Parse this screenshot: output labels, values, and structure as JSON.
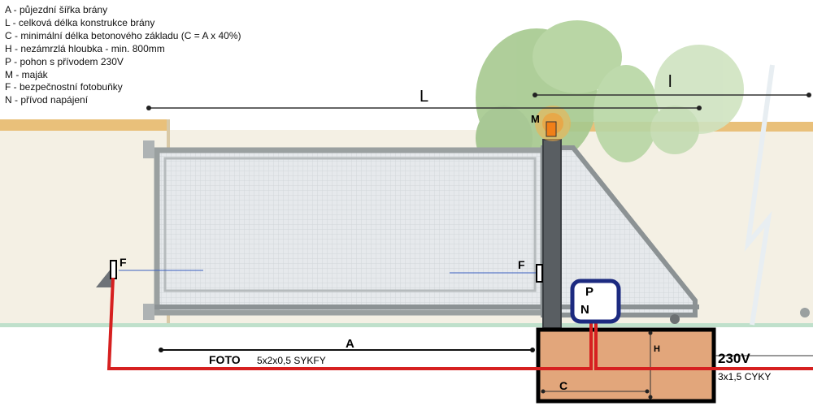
{
  "legend": [
    "A - půjezdní šířka brány",
    "L - celková  délka konstrukce brány",
    "C - minimální délka betonového základu (C = A x 40%)",
    "H - nezámrzlá hloubka - min. 800mm",
    "P - pohon s přívodem 230V",
    "M - maják",
    "F - bezpečnostní fotobuňky",
    " N - přívod napájení"
  ],
  "labels": {
    "L_main": "L",
    "L_right": "l",
    "M": "M",
    "F_left": "F",
    "F_right": "F",
    "P": "P",
    "N": "N",
    "A": "A",
    "H": "H",
    "C": "C",
    "foto": "FOTO",
    "foto_cable": "5x2x0,5 SYKFY",
    "power": "230V",
    "power_cable": "3x1,5 CYKY"
  },
  "colors": {
    "wall": "#f3efe2",
    "wall_cap": "#eac27b",
    "ground_line": "#b9dcc6",
    "gate_frame": "#9aa0a0",
    "gate_panel": "#e4e7ea",
    "post": "#5a5f63",
    "foundation": "#e2a67b",
    "cable": "#d62020",
    "motor_border": "#1c2a80",
    "beacon": "#f07f18",
    "tree": "#9fc38a",
    "photocell_beam": "#3a60c0"
  }
}
